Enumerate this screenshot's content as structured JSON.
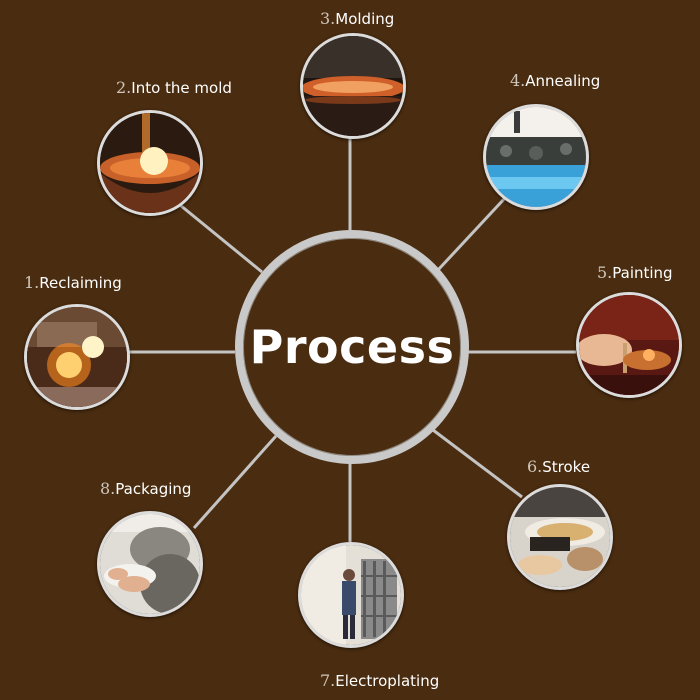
{
  "diagram": {
    "title": "Process",
    "line_color": "#c4c4c4",
    "steps": [
      {
        "num": "1.",
        "label": "Reclaiming",
        "photo": "furnace-glow-photo"
      },
      {
        "num": "2.",
        "label": "Into the mold",
        "photo": "molten-glass-in-mold-photo"
      },
      {
        "num": "3.",
        "label": "Molding",
        "photo": "glowing-plate-on-press-photo"
      },
      {
        "num": "4.",
        "label": "Annealing",
        "photo": "annealing-conveyor-photo"
      },
      {
        "num": "5.",
        "label": "Painting",
        "photo": "hand-painting-photo"
      },
      {
        "num": "6.",
        "label": "Stroke",
        "photo": "gold-rim-stroke-photo"
      },
      {
        "num": "7.",
        "label": "Electroplating",
        "photo": "electroplating-rack-photo"
      },
      {
        "num": "8.",
        "label": "Packaging",
        "photo": "worker-packaging-photo"
      }
    ]
  }
}
